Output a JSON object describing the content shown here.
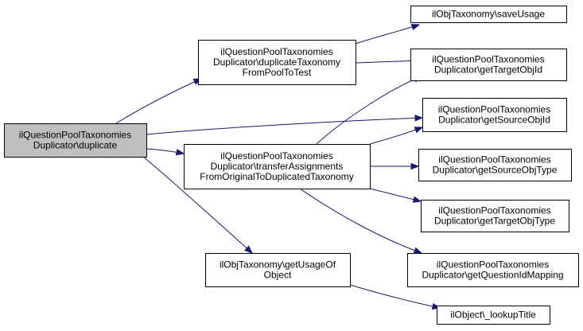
{
  "diagram": {
    "type": "call-graph",
    "colors": {
      "edge": "#191970",
      "root_fill": "#bfbfbf",
      "node_fill": "#ffffff",
      "border": "#000000"
    },
    "nodes": [
      {
        "id": "n0",
        "lines": [
          "ilQuestionPoolTaxonomies",
          "Duplicator\\duplicate"
        ],
        "root": true
      },
      {
        "id": "n1",
        "lines": [
          "ilQuestionPoolTaxonomies",
          "Duplicator\\duplicateTaxonomy",
          "FromPoolToTest"
        ]
      },
      {
        "id": "n2",
        "lines": [
          "ilQuestionPoolTaxonomies",
          "Duplicator\\transferAssignments",
          "FromOriginalToDuplicatedTaxonomy"
        ]
      },
      {
        "id": "n3",
        "lines": [
          "ilObjTaxonomy\\getUsageOf",
          "Object"
        ]
      },
      {
        "id": "n4",
        "lines": [
          "ilObjTaxonomy\\saveUsage"
        ]
      },
      {
        "id": "n5",
        "lines": [
          "ilQuestionPoolTaxonomies",
          "Duplicator\\getTargetObjId"
        ]
      },
      {
        "id": "n6",
        "lines": [
          "ilQuestionPoolTaxonomies",
          "Duplicator\\getSourceObjId"
        ]
      },
      {
        "id": "n7",
        "lines": [
          "ilQuestionPoolTaxonomies",
          "Duplicator\\getSourceObjType"
        ]
      },
      {
        "id": "n8",
        "lines": [
          "ilQuestionPoolTaxonomies",
          "Duplicator\\getTargetObjType"
        ]
      },
      {
        "id": "n9",
        "lines": [
          "ilQuestionPoolTaxonomies",
          "Duplicator\\getQuestionIdMapping"
        ]
      },
      {
        "id": "n10",
        "lines": [
          "ilObject\\_lookupTitle"
        ]
      }
    ],
    "edges": [
      {
        "from": "n0",
        "to": "n1"
      },
      {
        "from": "n0",
        "to": "n6"
      },
      {
        "from": "n0",
        "to": "n2"
      },
      {
        "from": "n0",
        "to": "n3"
      },
      {
        "from": "n1",
        "to": "n4"
      },
      {
        "from": "n1",
        "to": "n5"
      },
      {
        "from": "n2",
        "to": "n5"
      },
      {
        "from": "n2",
        "to": "n6"
      },
      {
        "from": "n2",
        "to": "n7"
      },
      {
        "from": "n2",
        "to": "n8"
      },
      {
        "from": "n2",
        "to": "n9"
      },
      {
        "from": "n3",
        "to": "n10"
      }
    ]
  }
}
